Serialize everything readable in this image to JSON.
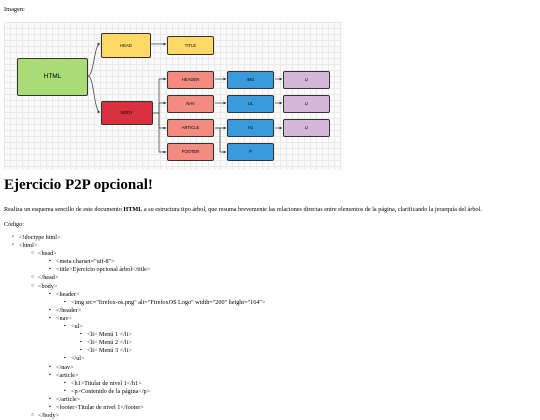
{
  "top_label": "Imagen:",
  "diagram": {
    "nodes": {
      "html": "HTML",
      "head": "HEAD",
      "title": "TITLE",
      "body": "BODY",
      "header": "HEADER",
      "nav": "NAV",
      "article": "ARTICLE",
      "footer": "FOOTER",
      "img": "IMG",
      "ul": "UL",
      "h1": "H1",
      "p": "P",
      "li1": "LI",
      "li2": "LI",
      "li3": "LI"
    },
    "colors": {
      "html": "#a9dc76",
      "head": "#ffd966",
      "title": "#ffd966",
      "body": "#d9303f",
      "children": "#f28b82",
      "level3": "#3a9bdc",
      "li": "#d5b8d9"
    }
  },
  "heading": "Ejercicio P2P opcional!",
  "description": {
    "before": "Realiza un esquema sencillo de este documento ",
    "bold": "HTML",
    "after": " a su estructura tipo árbol, que resuma brevemente las relaciones directas entre elementos de la página, clarificando la jerarquía del árbol."
  },
  "code_label": "Código:",
  "code_lines": [
    "<!doctype html>",
    "<html>",
    "<head>",
    "<meta charset=\"utf-8\">",
    "<title>Ejercicio opcional árbol</title>",
    "</head>",
    "<body>",
    "<header>",
    "<img src=\"firefox-os.png\" alt=\"FirefoxOS Logo\" width=\"200\" height=\"164\">",
    "</header>",
    "<nav>",
    "<ul>",
    "<li> Menú 1 </li>",
    "<li> Menú 2 </li>",
    "<li> Menú 3 </li>",
    "</ul>",
    "</nav>",
    "<article>",
    "<h1>Titular de nivel 1</h1>",
    "<p>Contenido de la página</p>",
    "</article>",
    "<footer>Titular de nivel 1</footer>",
    "</body>"
  ]
}
